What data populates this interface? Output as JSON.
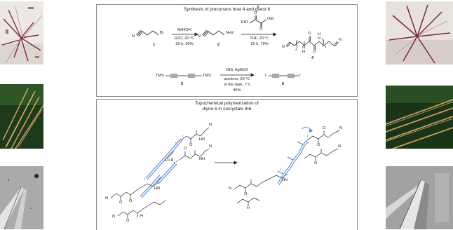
{
  "scheme1": {
    "title": "Synthesis of precursors host 4 and guest 6",
    "step1": {
      "reagent": "NH4OH",
      "conditions_line1": "H2O, 20 °C",
      "conditions_line2": "20 h, 90%"
    },
    "step2": {
      "reagent_number": "3",
      "reagent_etO": "EtO",
      "reagent_oEt": "OEt",
      "conditions_line1": "THF, 20 °C",
      "conditions_line2": "20 h, 79%"
    },
    "step3": {
      "reagent": "NIS, AgNO3",
      "conditions_line1": "acetone, 20 °C",
      "conditions_line2": "in the dark, 7 h",
      "conditions_line3": "96%"
    },
    "compounds": {
      "c1": "1",
      "c2": "2",
      "c4": "4",
      "c5": "5",
      "c6": "6",
      "br": "Br",
      "nh2": "NH2",
      "n": "N",
      "tms_left": "TMS",
      "tms_right": "TMS",
      "i_left": "I",
      "i_right": "I",
      "h": "H",
      "o": "O",
      "sub4": "4"
    }
  },
  "scheme2": {
    "title_line1": "Topochemical polymerization of",
    "title_line2": "diyne 6 in cocrystals 4•6",
    "distance": "4.0 Å",
    "atom_o": "O",
    "atom_n": "N",
    "atom_i": "I",
    "atom_hn": "HN",
    "atom_nh": "NH",
    "atom_h": "H",
    "sub4": "4"
  },
  "colors": {
    "diyne_blue": "#4a7fd0",
    "frame": "#8a8a8a",
    "ink": "#222222"
  }
}
